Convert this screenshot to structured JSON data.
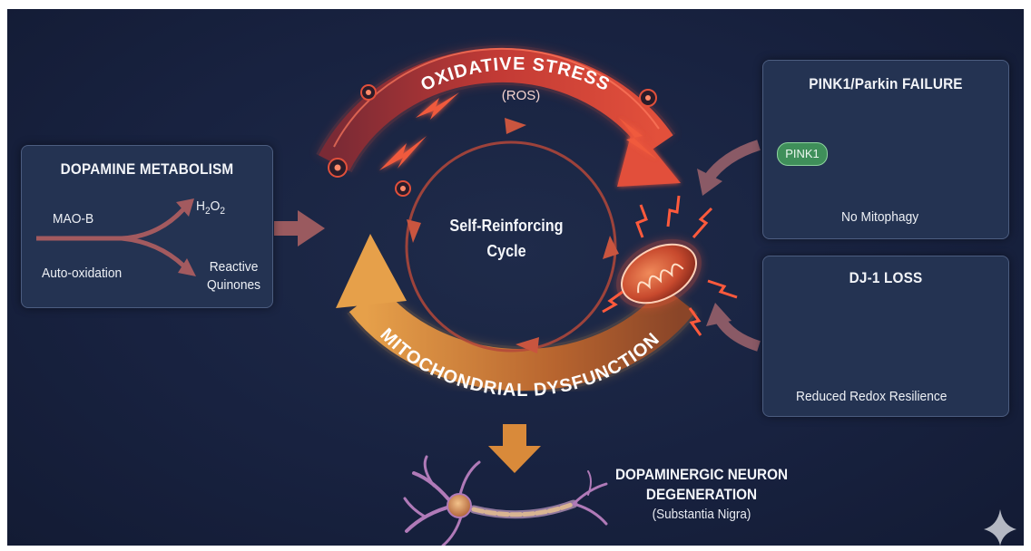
{
  "cycle": {
    "top_arc_label": "OXIDATIVE STRESS",
    "top_arc_sub": "(ROS)",
    "bottom_arc_label": "MITOCHONDRIAL DYSFUNCTION",
    "center_line1": "Self-Reinforcing",
    "center_line2": "Cycle",
    "colors": {
      "stress": "#e0493a",
      "dysfunction": "#d98a3a",
      "inner": "#c9553f"
    }
  },
  "dopamine_panel": {
    "title": "DOPAMINE METABOLISM",
    "input_top": "MAO-B",
    "input_bottom": "Auto-oxidation",
    "output_top_main": "H",
    "output_top_sub1": "2",
    "output_top_mid": "O",
    "output_top_sub2": "2",
    "output_bottom_line1": "Reactive",
    "output_bottom_line2": "Quinones"
  },
  "pink_panel": {
    "title": "PINK1/Parkin FAILURE",
    "pill_label": "PINK1",
    "caption": "No Mitophagy"
  },
  "dj1_panel": {
    "title": "DJ-1 LOSS",
    "caption": "Reduced Redox Resilience"
  },
  "outcome": {
    "title_line1": "DOPAMINERGIC NEURON",
    "title_line2": "DEGENERATION",
    "subtitle": "(Substantia Nigra)"
  }
}
